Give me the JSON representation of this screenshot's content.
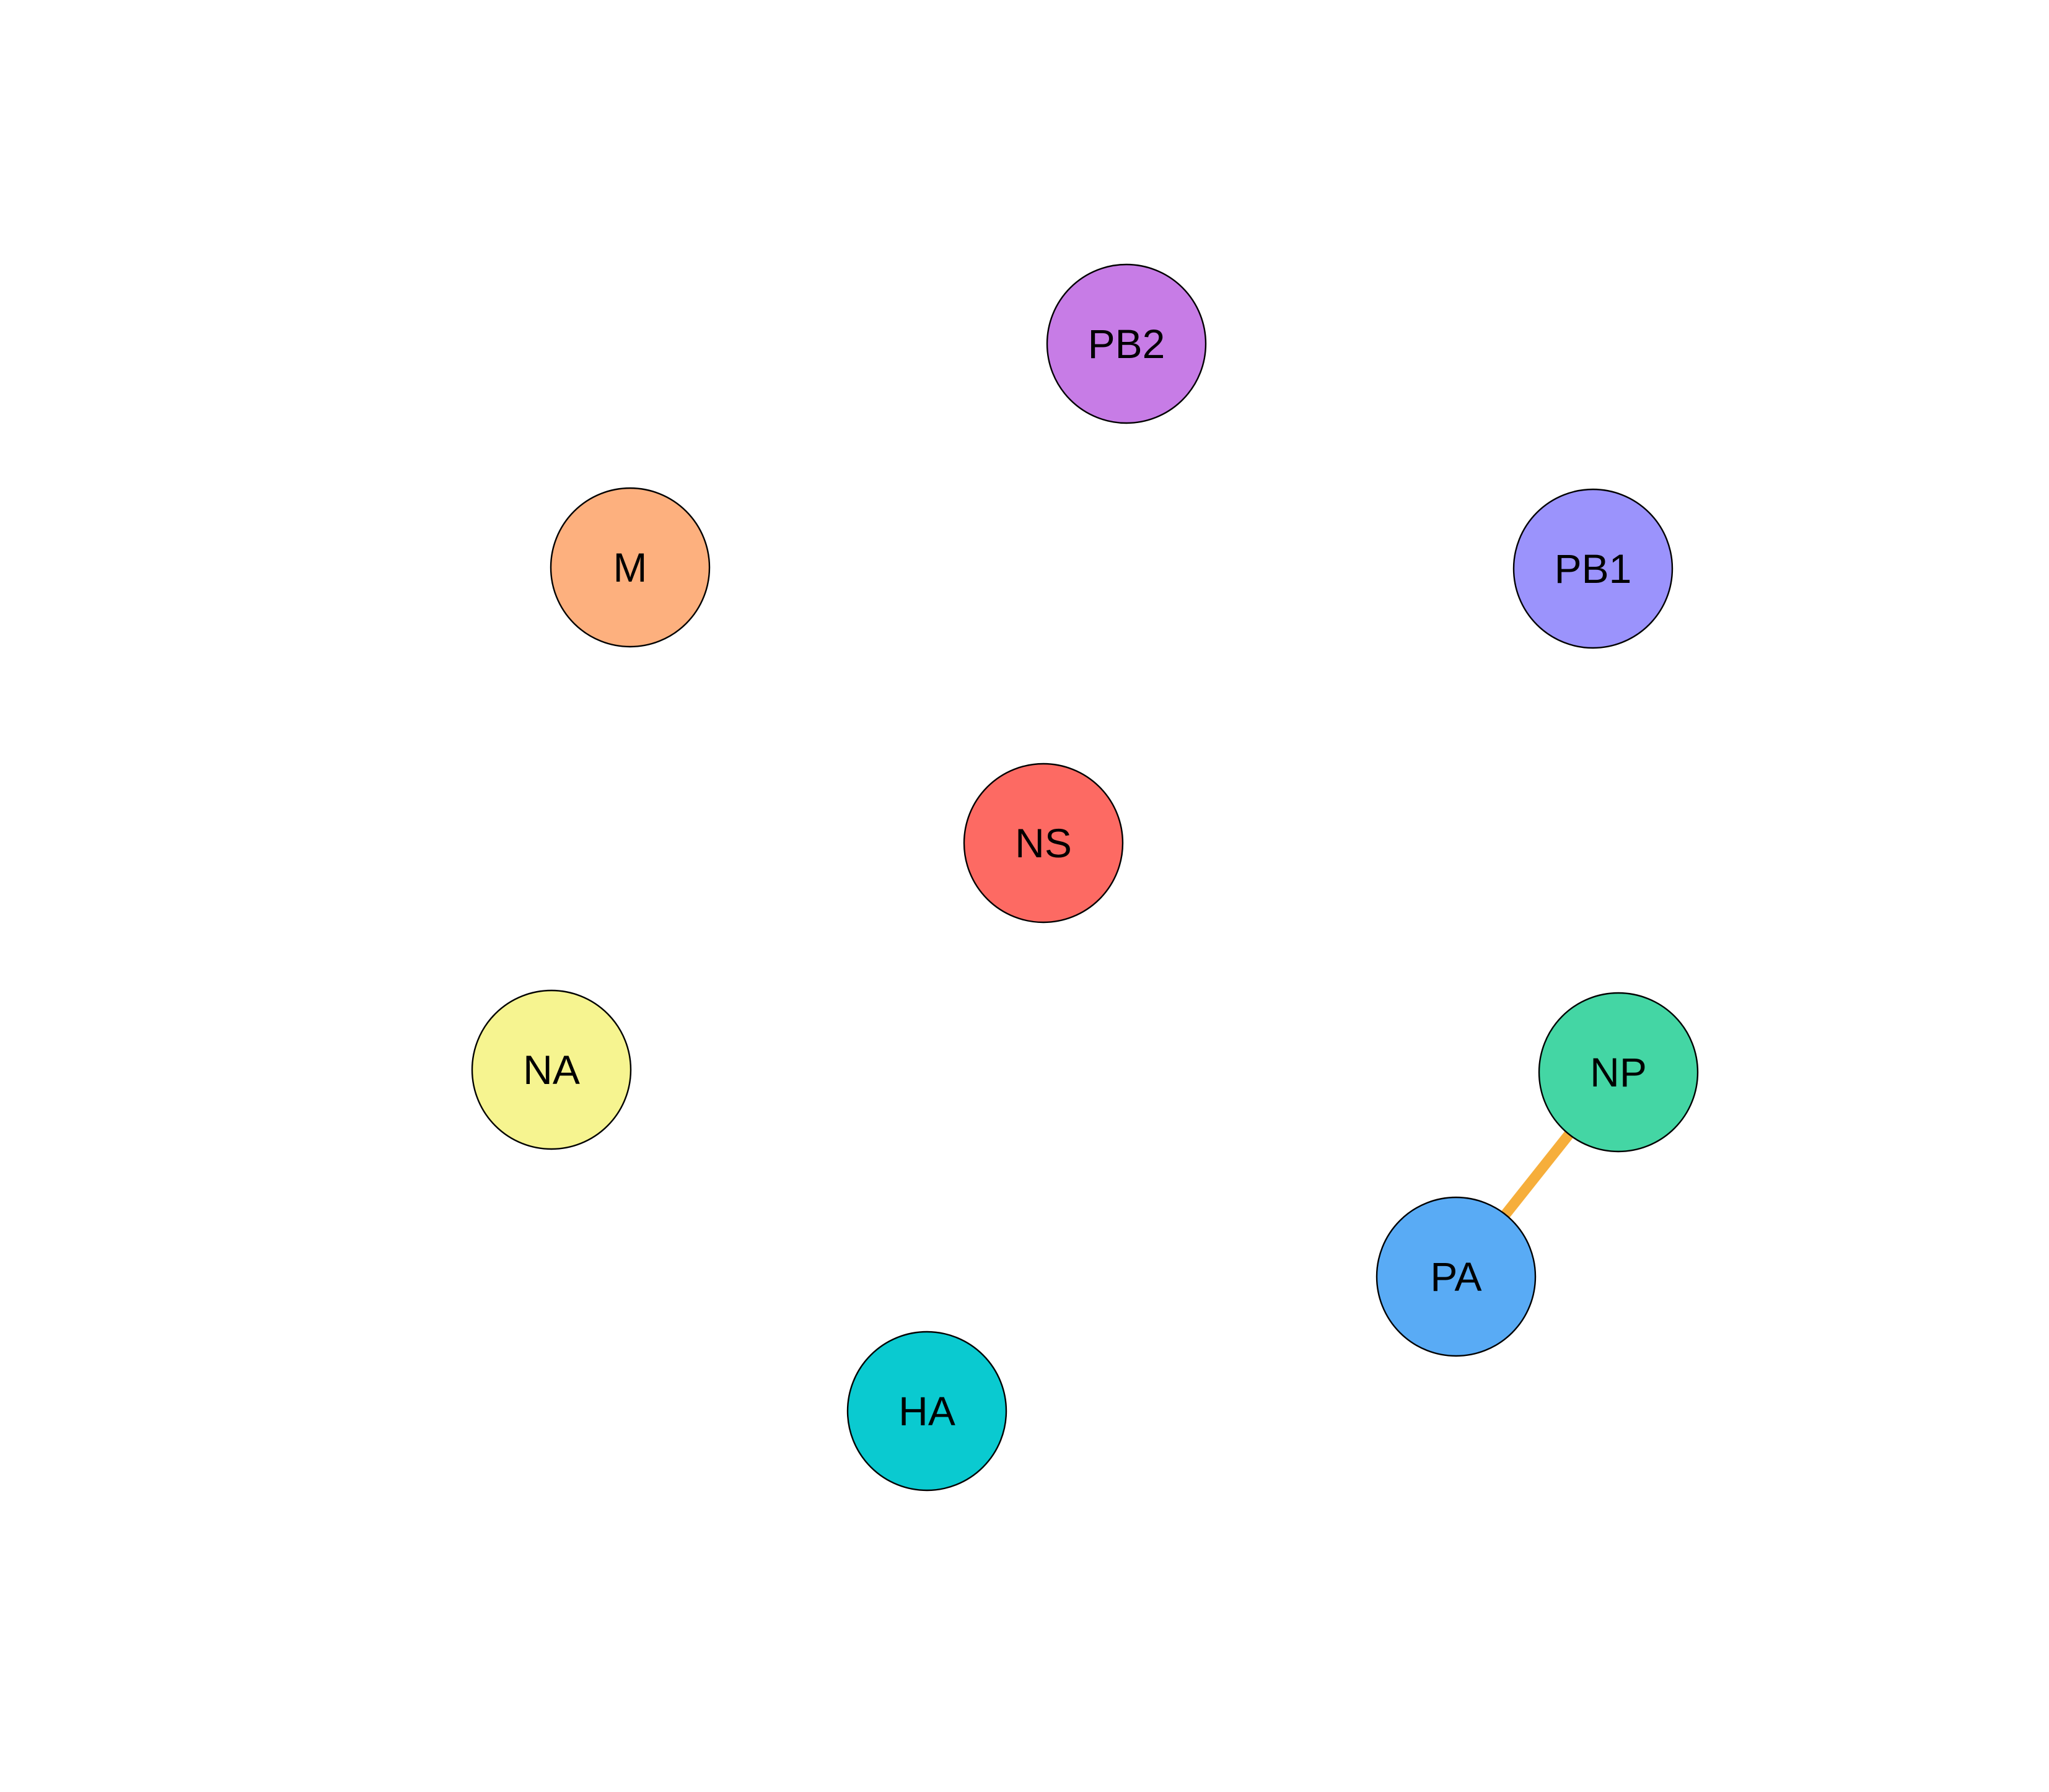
{
  "graph": {
    "nodes": [
      {
        "id": "PB2",
        "label": "PB2",
        "color": "#C77CE6"
      },
      {
        "id": "M",
        "label": "M",
        "color": "#FDB07E"
      },
      {
        "id": "PB1",
        "label": "PB1",
        "color": "#9B93FC"
      },
      {
        "id": "NS",
        "label": "NS",
        "color": "#FD6A63"
      },
      {
        "id": "NA",
        "label": "NA",
        "color": "#F6F490"
      },
      {
        "id": "NP",
        "label": "NP",
        "color": "#44D6A4"
      },
      {
        "id": "PA",
        "label": "PA",
        "color": "#59ABF5"
      },
      {
        "id": "HA",
        "label": "HA",
        "color": "#0ACAD0"
      }
    ],
    "edges": [
      {
        "source": "NP",
        "target": "PA",
        "color": "#F6AE3B"
      }
    ]
  }
}
